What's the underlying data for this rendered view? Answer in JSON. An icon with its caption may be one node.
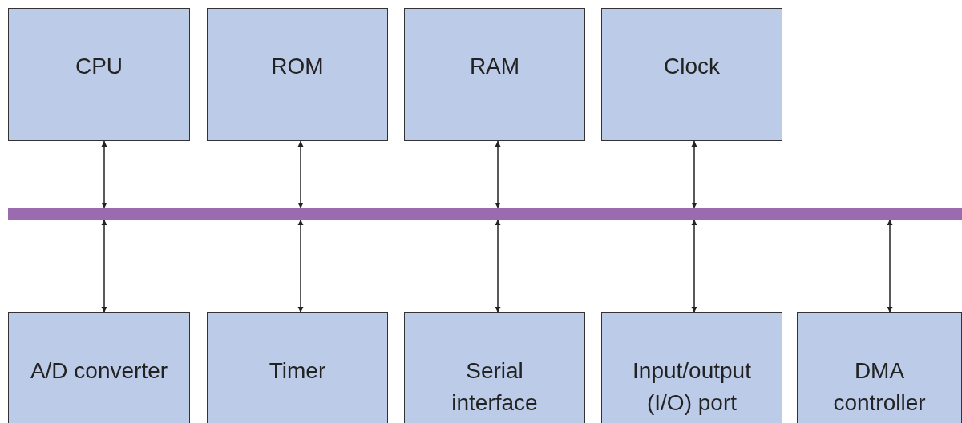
{
  "diagram": {
    "nodes": [
      {
        "text": [
          "CPU"
        ]
      },
      {
        "text": [
          "ROM"
        ]
      },
      {
        "text": [
          "RAM"
        ]
      },
      {
        "text": [
          "Clock"
        ]
      },
      {
        "text": [],
        "shape": "bar"
      },
      {
        "text": [
          "A/D converter"
        ]
      },
      {
        "text": [
          "Timer"
        ]
      },
      {
        "text": [
          "Serial interface"
        ]
      },
      {
        "text": [
          "Input/output (I/O) port"
        ]
      },
      {
        "text": [
          "DMA controller"
        ]
      }
    ],
    "edges": [
      {
        "from": 0,
        "to": 4,
        "arrow": "both"
      },
      {
        "from": 1,
        "to": 4,
        "arrow": "both"
      },
      {
        "from": 2,
        "to": 4,
        "arrow": "both"
      },
      {
        "from": 3,
        "to": 4,
        "arrow": "both"
      },
      {
        "from": 4,
        "to": 5,
        "arrow": "both"
      },
      {
        "from": 4,
        "to": 6,
        "arrow": "both"
      },
      {
        "from": 4,
        "to": 7,
        "arrow": "both"
      },
      {
        "from": 4,
        "to": 8,
        "arrow": "both"
      },
      {
        "from": 4,
        "to": 9,
        "arrow": "both"
      }
    ]
  }
}
